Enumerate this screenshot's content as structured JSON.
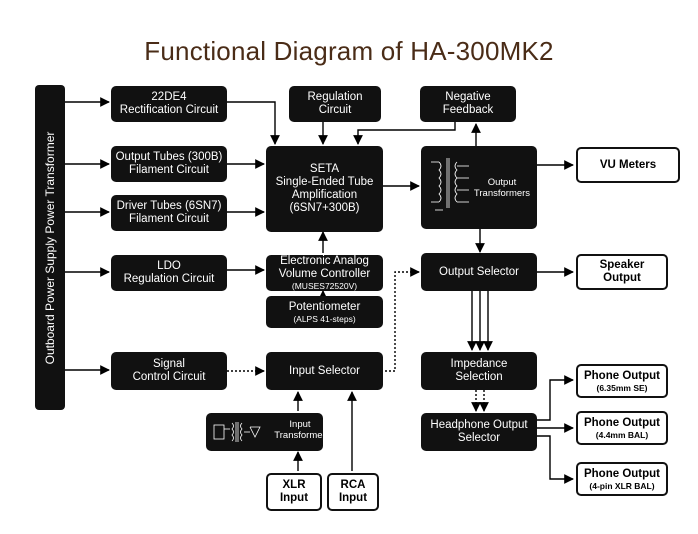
{
  "title": "Functional Diagram of HA-300MK2",
  "power_transformer": "Outboard Power Supply Power Transformer",
  "rectification": {
    "line1": "22DE4",
    "line2": "Rectification Circuit"
  },
  "output_tubes": {
    "line1": "Output Tubes (300B)",
    "line2": "Filament Circuit"
  },
  "driver_tubes": {
    "line1": "Driver Tubes (6SN7)",
    "line2": "Filament Circuit"
  },
  "ldo": {
    "line1": "LDO",
    "line2": "Regulation Circuit"
  },
  "signal_control": {
    "line1": "Signal",
    "line2": "Control Circuit"
  },
  "regulation": {
    "line1": "Regulation",
    "line2": "Circuit"
  },
  "negative_feedback": {
    "line1": "Negative",
    "line2": "Feedback"
  },
  "seta": {
    "line1": "SETA",
    "line2": "Single-Ended Tube",
    "line3": "Amplification",
    "line4": "(6SN7+300B)"
  },
  "output_transformers": {
    "line1": "Output",
    "line2": "Transformers"
  },
  "vu_meters": "VU Meters",
  "volume_controller": {
    "line1": "Electronic Analog",
    "line2": "Volume Controller",
    "line3": "(MUSES72520V)"
  },
  "output_selector": "Output Selector",
  "speaker_output": {
    "line1": "Speaker",
    "line2": "Output"
  },
  "potentiometer": {
    "line1": "Potentiometer",
    "line2": "(ALPS 41-steps)"
  },
  "input_selector": "Input Selector",
  "impedance_selection": {
    "line1": "Impedance",
    "line2": "Selection"
  },
  "input_transformer": {
    "line1": "Input",
    "line2": "Transformer"
  },
  "headphone_output_selector": {
    "line1": "Headphone Output",
    "line2": "Selector"
  },
  "phone_se": {
    "line1": "Phone Output",
    "line2": "(6.35mm SE)"
  },
  "phone_bal44": {
    "line1": "Phone Output",
    "line2": "(4.4mm BAL)"
  },
  "phone_xlr": {
    "line1": "Phone Output",
    "line2": "(4-pin XLR BAL)"
  },
  "xlr_input": {
    "line1": "XLR",
    "line2": "Input"
  },
  "rca_input": {
    "line1": "RCA",
    "line2": "Input"
  },
  "colors": {
    "title": "#4a2c17",
    "box": "#111111",
    "line": "#000000"
  }
}
